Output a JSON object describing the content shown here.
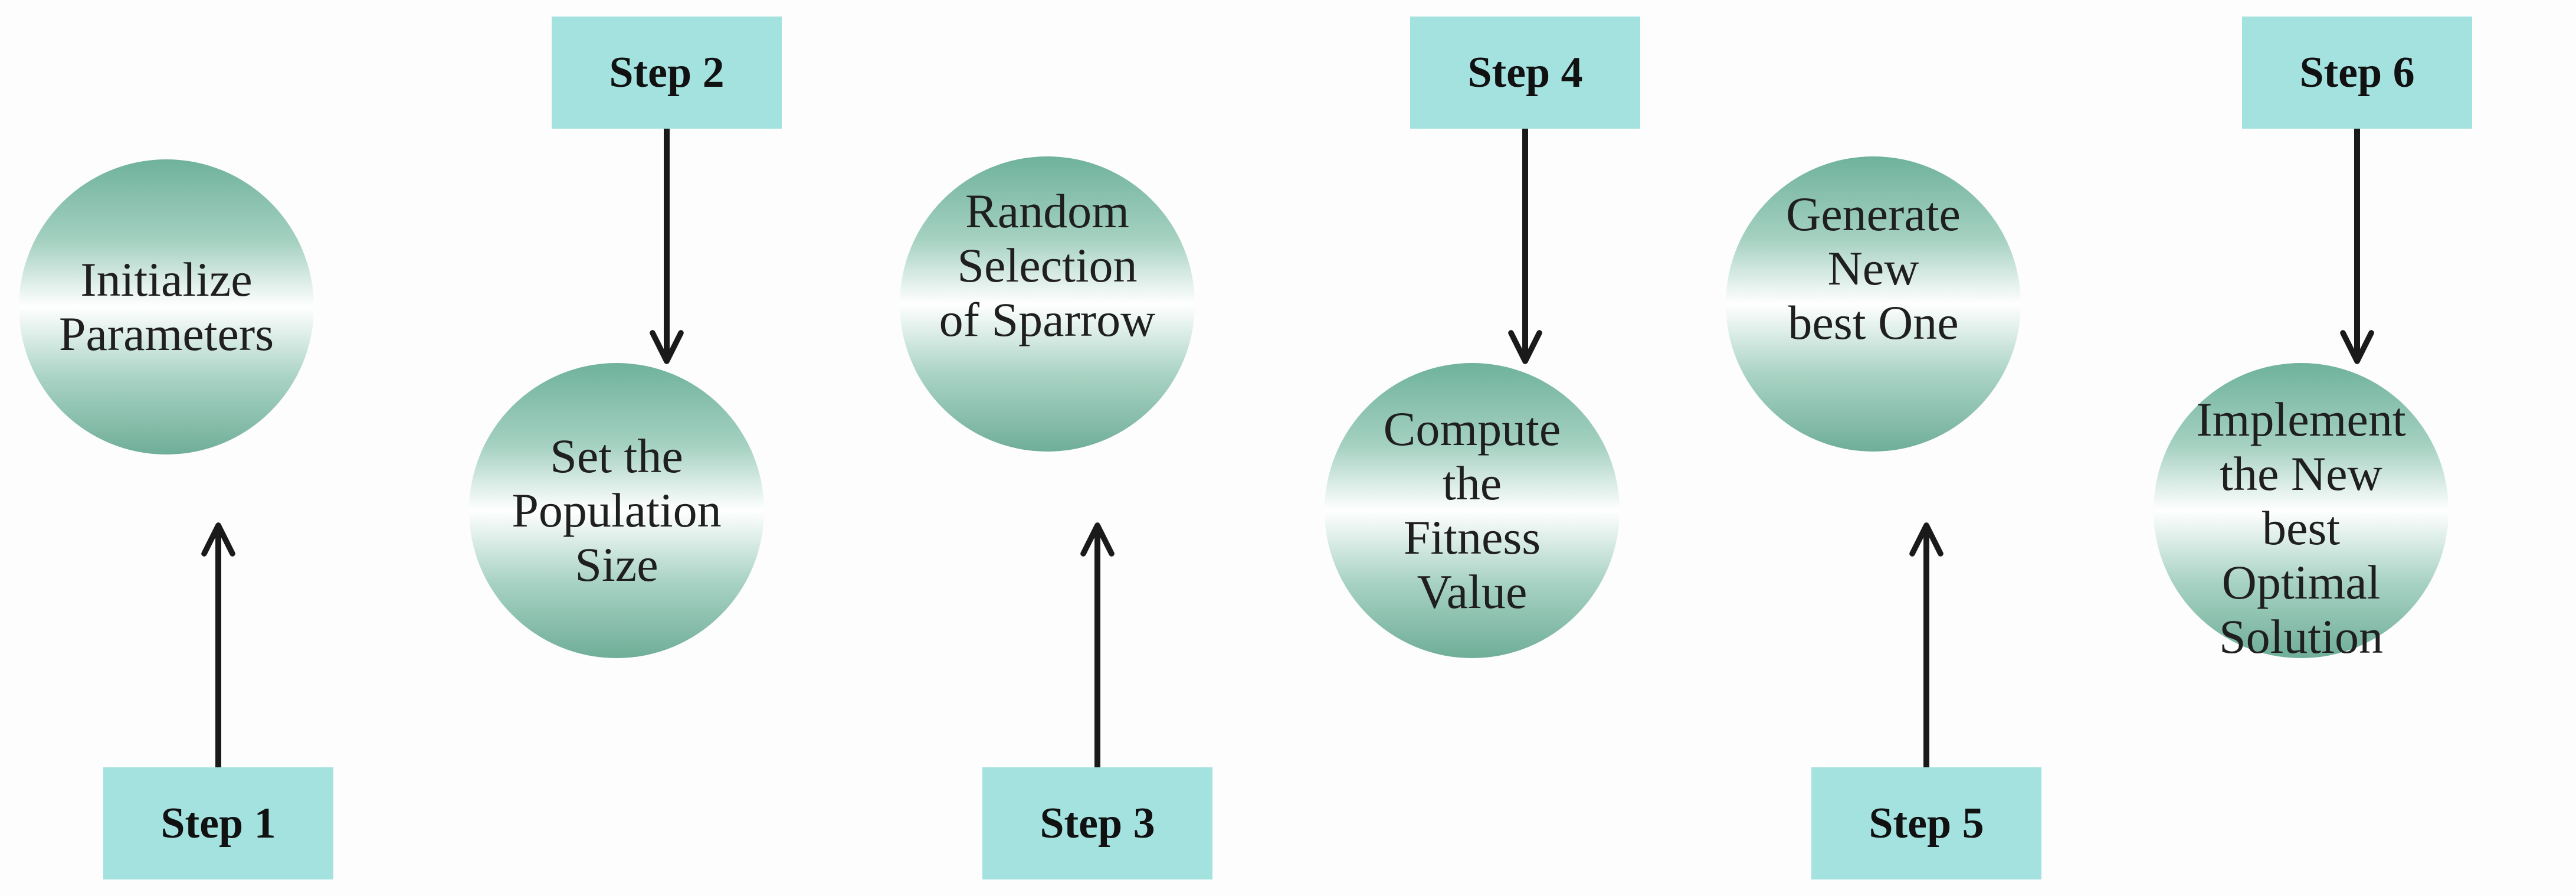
{
  "diagram": {
    "steps": [
      {
        "label": "Step 1",
        "text": "Initialize Parameters",
        "lines": [
          "Initialize",
          "Parameters"
        ]
      },
      {
        "label": "Step 2",
        "text": "Set the Population Size",
        "lines": [
          "Set the",
          "Population Size"
        ]
      },
      {
        "label": "Step 3",
        "text": "Random Selection of Sparrow",
        "lines": [
          "Random",
          "Selection",
          "of Sparrow"
        ]
      },
      {
        "label": "Step 4",
        "text": "Compute the Fitness Value",
        "lines": [
          "Compute the",
          "Fitness Value"
        ]
      },
      {
        "label": "Step 5",
        "text": "Generate New best One",
        "lines": [
          "Generate New",
          "best One"
        ]
      },
      {
        "label": "Step 6",
        "text": "Implement the New best Optimal Solution",
        "lines": [
          "Implement",
          "the New best",
          "Optimal",
          "Solution"
        ]
      }
    ],
    "colors": {
      "box_fill": "#a4e2e0",
      "circle_edge": "#6fb29c",
      "circle_center": "#ffffff",
      "arrow": "#1a1a1a",
      "text": "#1f1f1f"
    }
  }
}
